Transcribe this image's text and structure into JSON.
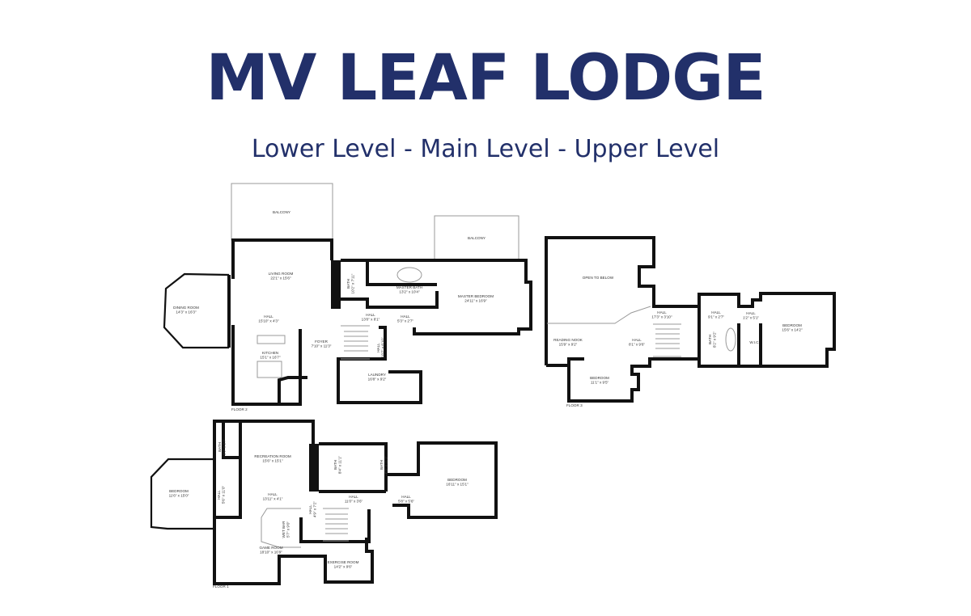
{
  "header": {
    "title": "MV LEAF LODGE",
    "subtitle": "Lower Level - Main Level - Upper Level"
  },
  "colors": {
    "title": "#22306a",
    "walls": "#111111"
  },
  "floors": [
    {
      "label": "FLOOR 2",
      "rooms": [
        {
          "name": "BALCONY",
          "dims": ""
        },
        {
          "name": "BALCONY",
          "dims": ""
        },
        {
          "name": "LIVING ROOM",
          "dims": "22'1\" x 15'6\""
        },
        {
          "name": "DINING ROOM",
          "dims": "14'3\" x 16'3\""
        },
        {
          "name": "HALL",
          "dims": "15'10\" x 4'3\""
        },
        {
          "name": "KITCHEN",
          "dims": "15'1\" x 16'7\""
        },
        {
          "name": "FOYER",
          "dims": "7'10\" x 11'3\""
        },
        {
          "name": "MASTER BATH",
          "dims": "13'2\" x 10'4\""
        },
        {
          "name": "MASTER BEDROOM",
          "dims": "24'11\" x 16'9\""
        },
        {
          "name": "HALL",
          "dims": "13'0\" x 8'1\""
        },
        {
          "name": "HALL",
          "dims": "5'3\" x 2'7\""
        },
        {
          "name": "LAUNDRY",
          "dims": "16'8\" x 9'2\""
        },
        {
          "name": "BATH",
          "dims": "10'2\" x 7'11\""
        },
        {
          "name": "HALL",
          "dims": "10'7\" x 6'10\""
        }
      ]
    },
    {
      "label": "FLOOR 3",
      "rooms": [
        {
          "name": "OPEN TO BELOW",
          "dims": ""
        },
        {
          "name": "READING NOOK",
          "dims": "15'9\" x 9'2\""
        },
        {
          "name": "HALL",
          "dims": "8'1\" x 9'6\""
        },
        {
          "name": "HALL",
          "dims": "17'3\" x 3'10\""
        },
        {
          "name": "HALL",
          "dims": "9'1\" x 2'7\""
        },
        {
          "name": "HALL",
          "dims": "1'2\" x 5'1\""
        },
        {
          "name": "BEDROOM",
          "dims": "15'6\" x 14'2\""
        },
        {
          "name": "W.I.C",
          "dims": ""
        },
        {
          "name": "BEDROOM",
          "dims": "11'1\" x 9'5\""
        },
        {
          "name": "BATH",
          "dims": "8'2\" x 9'2\""
        }
      ]
    },
    {
      "label": "FLOOR 1",
      "rooms": [
        {
          "name": "RECREATION ROOM",
          "dims": "15'6\" x 15'1\""
        },
        {
          "name": "BEDROOM",
          "dims": "11'6\" x 15'0\""
        },
        {
          "name": "HALL",
          "dims": "13'11\" x 4'1\""
        },
        {
          "name": "GAME ROOM",
          "dims": "18'10\" x 16'9\""
        },
        {
          "name": "EXERCISE ROOM",
          "dims": "14'2\" x 9'6\""
        },
        {
          "name": "BEDROOM",
          "dims": "16'11\" x 15'1\""
        },
        {
          "name": "HALL",
          "dims": "11'0\" x 3'6\""
        },
        {
          "name": "HALL",
          "dims": "5'8\" x 5'6\""
        },
        {
          "name": "BATH",
          "dims": "5'9\" x 8'7\""
        },
        {
          "name": "HALL",
          "dims": "5'6\" x 11'0\""
        },
        {
          "name": "BATH",
          "dims": "8'4\" x 11'1\""
        },
        {
          "name": "BATH",
          "dims": "6'8\" x 11'1\""
        },
        {
          "name": "HALL",
          "dims": "4'9\" x 7'2\""
        },
        {
          "name": "WET BAR",
          "dims": "5'7\" x 9'0\""
        }
      ]
    }
  ]
}
